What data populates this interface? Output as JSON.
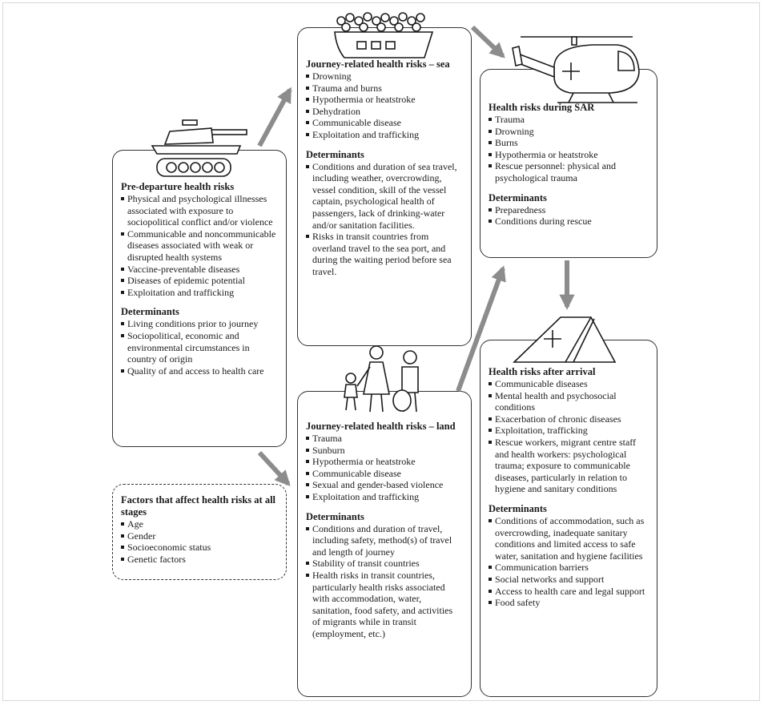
{
  "pre_departure": {
    "title": "Pre-departure health risks",
    "risks": [
      "Physical and psychological illnesses associated with exposure to sociopolitical conflict and/or violence",
      "Communicable and noncommunicable diseases associated with weak or disrupted health systems",
      "Vaccine-preventable diseases",
      "Diseases of epidemic potential",
      "Exploitation and trafficking"
    ],
    "determinants_title": "Determinants",
    "determinants": [
      "Living conditions prior to journey",
      "Sociopolitical, economic and environmental circumstances in country of origin",
      "Quality of and access to health care"
    ]
  },
  "factors": {
    "title": "Factors that affect health risks at all stages",
    "items": [
      "Age",
      "Gender",
      "Socioeconomic status",
      "Genetic factors"
    ]
  },
  "sea": {
    "title": "Journey-related health risks – sea",
    "risks": [
      "Drowning",
      "Trauma and burns",
      "Hypothermia or heatstroke",
      "Dehydration",
      "Communicable disease",
      "Exploitation and trafficking"
    ],
    "determinants_title": "Determinants",
    "determinants": [
      "Conditions and duration of sea travel, including weather, overcrowding, vessel condition, skill of the vessel captain, psychological health of passengers, lack of drinking-water and/or sanitation facilities.",
      "Risks in transit countries from overland travel to the sea port, and during the waiting period before sea travel."
    ]
  },
  "land": {
    "title": "Journey-related health risks – land",
    "risks": [
      "Trauma",
      "Sunburn",
      "Hypothermia or heatstroke",
      "Communicable disease",
      "Sexual and gender-based violence",
      "Exploitation and trafficking"
    ],
    "determinants_title": "Determinants",
    "determinants": [
      "Conditions and duration of travel, including safety, method(s) of travel and length of journey",
      "Stability of transit countries",
      "Health risks in transit countries, particularly health risks associated with accommodation, water, sanitation, food safety, and activities of migrants while in transit (employment, etc.)"
    ]
  },
  "sar": {
    "title": "Health risks during SAR",
    "risks": [
      "Trauma",
      "Drowning",
      "Burns",
      "Hypothermia or heatstroke",
      "Rescue personnel: physical and psychological trauma"
    ],
    "determinants_title": "Determinants",
    "determinants": [
      "Preparedness",
      "Conditions during rescue"
    ]
  },
  "arrival": {
    "title": "Health risks after arrival",
    "risks": [
      "Communicable diseases",
      "Mental health and psychosocial conditions",
      "Exacerbation of chronic diseases",
      "Exploitation, trafficking",
      "Rescue workers, migrant centre staff and health workers: psychological trauma; exposure to communicable diseases, particularly in relation to hygiene and sanitary conditions"
    ],
    "determinants_title": "Determinants",
    "determinants": [
      "Conditions of accommodation, such as overcrowding, inadequate sanitary conditions and limited access to safe water, sanitation and hygiene facilities",
      "Communication barriers",
      "Social networks and support",
      "Access to health care and legal support",
      "Food safety"
    ]
  },
  "icons": [
    "tank-icon",
    "boat-icon",
    "helicopter-icon",
    "family-icon",
    "tent-icon"
  ],
  "colors": {
    "arrow": "#8c8c8c",
    "border": "#333333"
  }
}
